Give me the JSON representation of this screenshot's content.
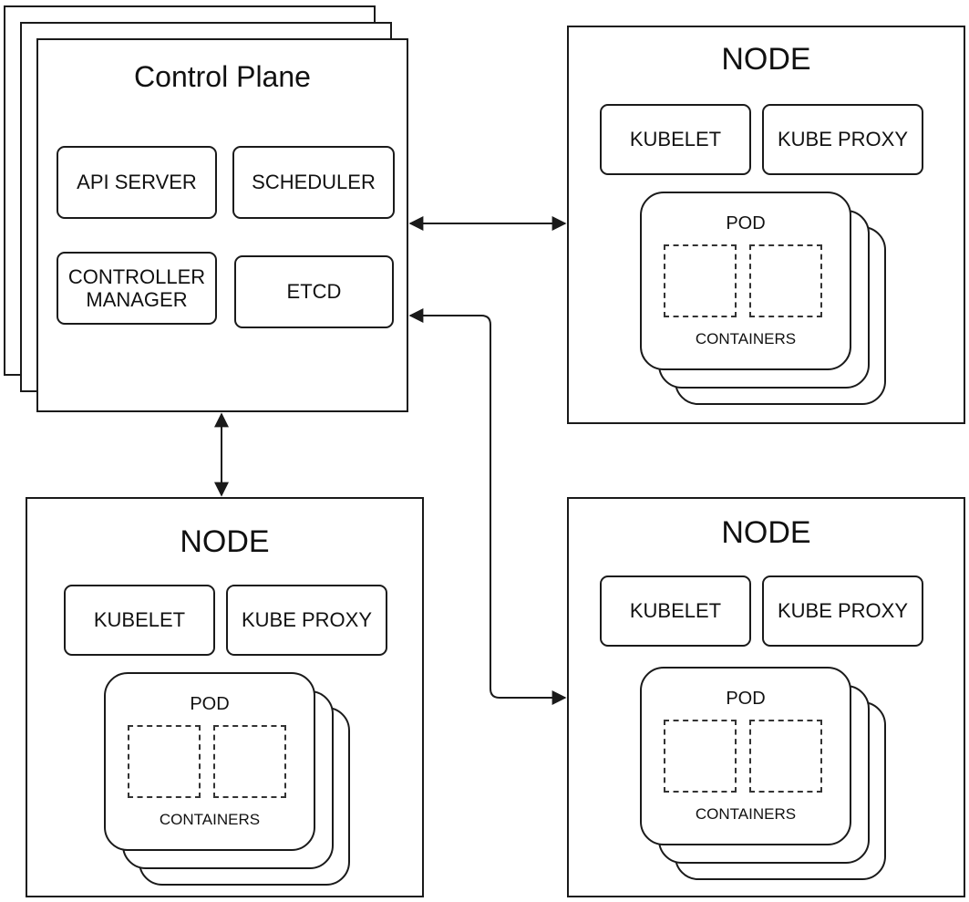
{
  "control_plane": {
    "title": "Control Plane",
    "components": {
      "api_server": "API SERVER",
      "scheduler": "SCHEDULER",
      "controller_manager_line1": "CONTROLLER",
      "controller_manager_line2": "MANAGER",
      "etcd": "ETCD"
    }
  },
  "nodes": {
    "top_right": {
      "title": "NODE",
      "kubelet": "KUBELET",
      "kube_proxy": "KUBE PROXY",
      "pod": "POD",
      "containers": "CONTAINERS"
    },
    "bottom_left": {
      "title": "NODE",
      "kubelet": "KUBELET",
      "kube_proxy": "KUBE PROXY",
      "pod": "POD",
      "containers": "CONTAINERS"
    },
    "bottom_right": {
      "title": "NODE",
      "kubelet": "KUBELET",
      "kube_proxy": "KUBE PROXY",
      "pod": "POD",
      "containers": "CONTAINERS"
    }
  },
  "colors": {
    "stroke": "#1a1a1a",
    "background": "#ffffff",
    "text": "#111111"
  }
}
